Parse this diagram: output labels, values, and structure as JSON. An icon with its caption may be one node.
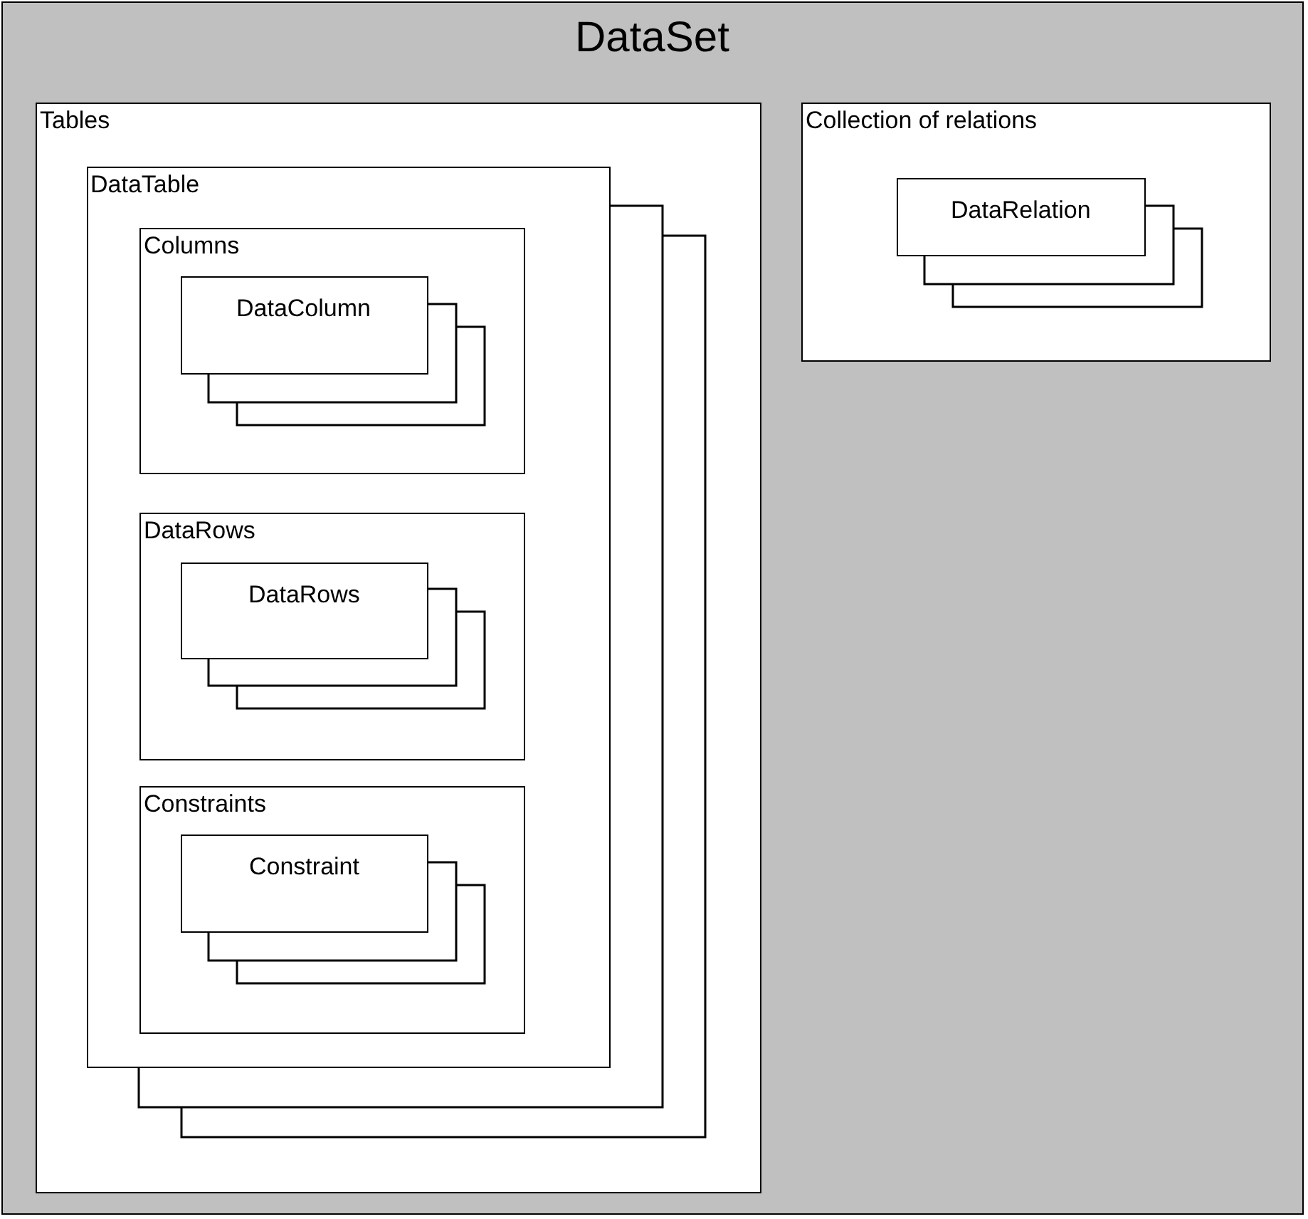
{
  "diagram": {
    "nodes": [
      {
        "text": [
          "DataSet"
        ]
      },
      {
        "text": [
          "Tables"
        ],
        "in": 0
      },
      {
        "text": [
          "DataTable"
        ],
        "in": 1
      },
      {
        "text": [
          "Columns"
        ],
        "in": 2
      },
      {
        "text": [
          "DataColumn"
        ],
        "in": 3
      },
      {
        "text": [
          "DataRows"
        ],
        "in": 2
      },
      {
        "text": [
          "DataRows"
        ],
        "in": 5
      },
      {
        "text": [
          "Constraints"
        ],
        "in": 2
      },
      {
        "text": [
          "Constraint"
        ],
        "in": 7
      },
      {
        "text": [
          "Collection of relations"
        ],
        "in": 0
      },
      {
        "text": [
          "DataRelation"
        ],
        "in": 9
      }
    ],
    "edges": []
  }
}
